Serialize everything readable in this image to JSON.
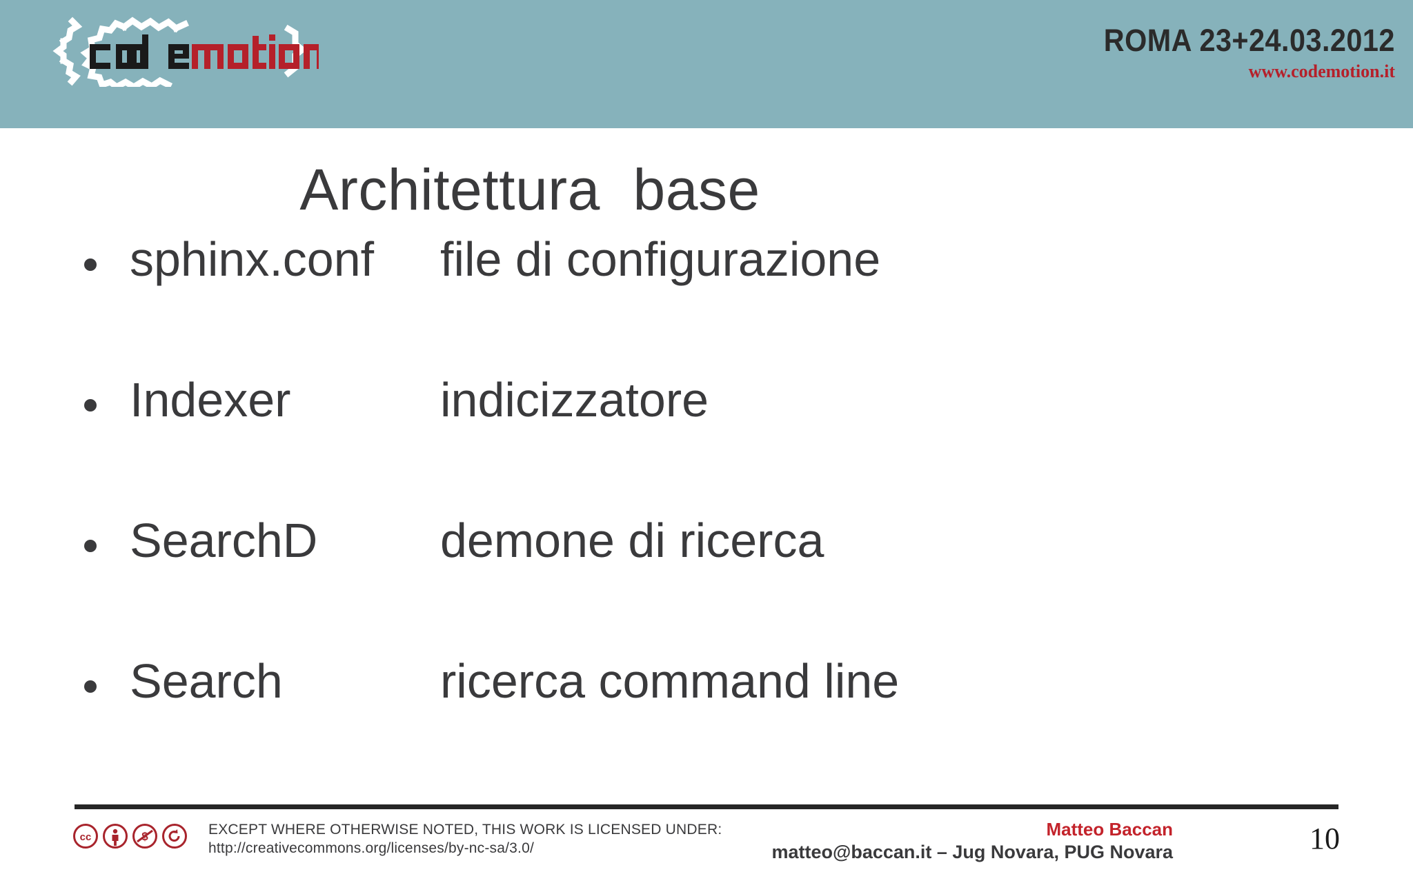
{
  "header": {
    "logo": {
      "text_dark": "code",
      "text_red": "motion",
      "brace_open": "{",
      "brace_close": "}",
      "dark_color": "#1a1a1a",
      "red_color": "#b5202a",
      "bg_color": "#86b2bb"
    },
    "event_date": "ROMA 23+24.03.2012",
    "website": "www.codemotion.it",
    "website_color": "#b5202a"
  },
  "slide": {
    "title": "Architettura  base",
    "bullets": [
      {
        "term": "sphinx.conf",
        "description": "file di configurazione"
      },
      {
        "term": "Indexer",
        "description": "indicizzatore"
      },
      {
        "term": "SearchD",
        "description": "demone di ricerca"
      },
      {
        "term": "Search",
        "description": "ricerca command line"
      }
    ]
  },
  "footer": {
    "license_notice": "EXCEPT WHERE OTHERWISE NOTED, THIS WORK IS LICENSED UNDER:",
    "license_url": "http://creativecommons.org/licenses/by-nc-sa/3.0/",
    "cc_icons": [
      {
        "name": "cc-icon",
        "label": "cc"
      },
      {
        "name": "cc-by-icon",
        "label": "BY"
      },
      {
        "name": "cc-nc-icon",
        "label": "NC"
      },
      {
        "name": "cc-sa-icon",
        "label": "SA"
      }
    ],
    "cc_color": "#a8242c",
    "author_name": "Matteo Baccan",
    "author_name_color": "#c3232b",
    "author_contact": "matteo@baccan.it – Jug Novara, PUG Novara",
    "page_number": "10",
    "rule_color": "#262626"
  }
}
